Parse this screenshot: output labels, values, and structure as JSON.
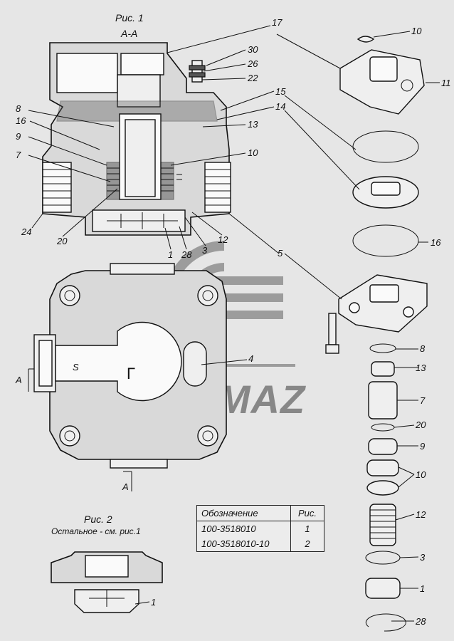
{
  "figure1": {
    "caption": "Рис. 1",
    "section": "А-А",
    "section_mark": "А"
  },
  "figure2": {
    "caption": "Рис. 2",
    "note": "Остальное - см. рис.1",
    "callout": "1"
  },
  "logo": {
    "text": "KAMAZ"
  },
  "cross_section_callouts": [
    "17",
    "30",
    "26",
    "22",
    "15",
    "8",
    "14",
    "16",
    "13",
    "9",
    "10",
    "7",
    "24",
    "20",
    "1",
    "28",
    "3",
    "12",
    "5"
  ],
  "plan_marks": {
    "callout": "4",
    "letter_s": "S",
    "letter_g": "Г"
  },
  "exploded_callouts": [
    "10",
    "11",
    "15",
    "14",
    "16",
    "5",
    "8",
    "13",
    "7",
    "20",
    "9",
    "10",
    "12",
    "3",
    "1",
    "28"
  ],
  "table": {
    "headers": [
      "Обозначение",
      "Рис."
    ],
    "rows": [
      {
        "designation": "100-3518010",
        "figure": "1"
      },
      {
        "designation": "100-3518010-10",
        "figure": "2"
      }
    ]
  }
}
